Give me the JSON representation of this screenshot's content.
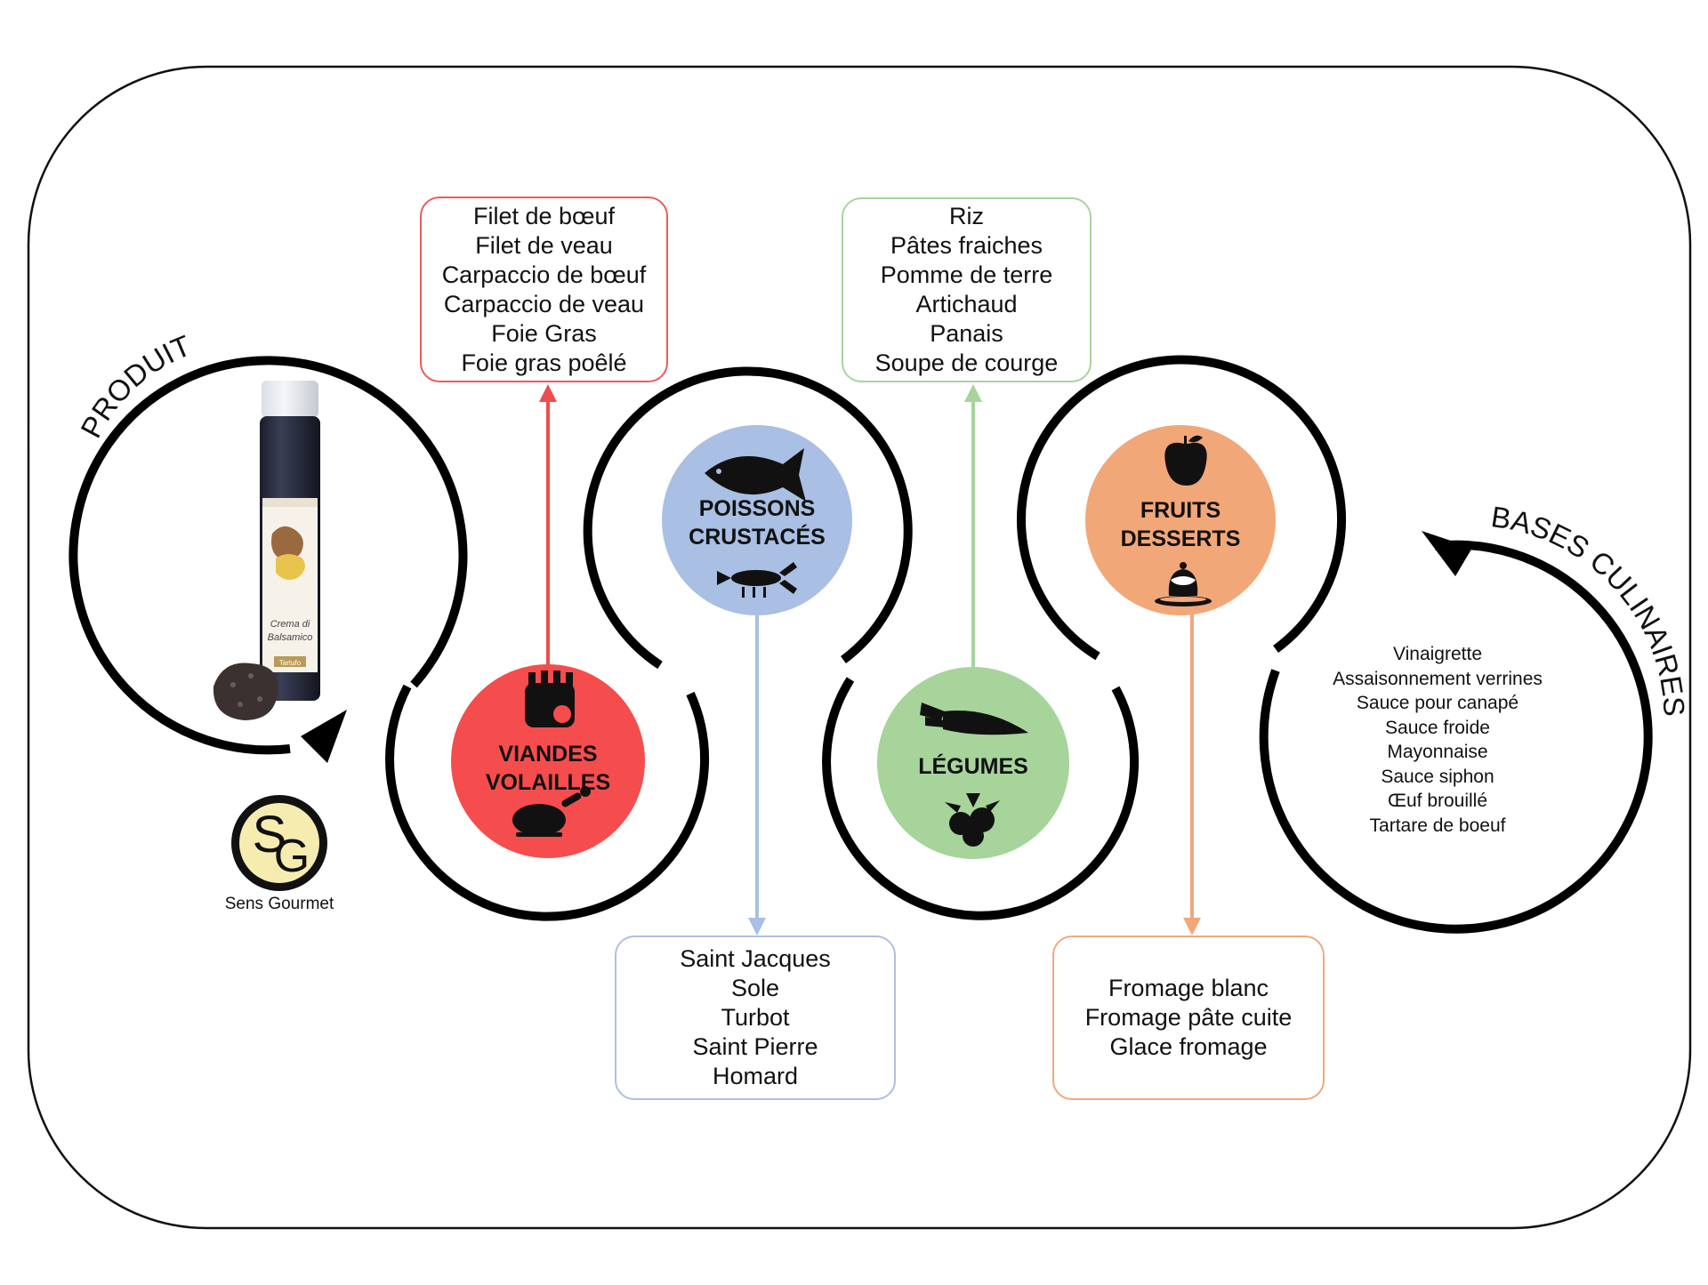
{
  "labels": {
    "produit": "PRODUIT",
    "bases_culinaires": "BASES CULINAIRES"
  },
  "product": {
    "bottle_label_line1": "Crema di",
    "bottle_label_line2": "Balsamico",
    "bottle_tag": "Tartufo"
  },
  "brand": {
    "monogram_s": "S",
    "monogram_g": "G",
    "name": "Sens Gourmet"
  },
  "categories": [
    {
      "id": "viandes",
      "title": [
        "VIANDES",
        "VOLAILLES"
      ],
      "color": "#f54d4d",
      "border_color": "#ee5a5a",
      "items": [
        "Filet de bœuf",
        "Filet de veau",
        "Carpaccio de bœuf",
        "Carpaccio de veau",
        "Foie Gras",
        "Foie gras poêlé"
      ]
    },
    {
      "id": "poissons",
      "title": [
        "POISSONS",
        "CRUSTACÉS"
      ],
      "color": "#a9bfe3",
      "border_color": "#aebfe3",
      "items": [
        "Saint Jacques",
        "Sole",
        "Turbot",
        "Saint Pierre",
        "Homard"
      ]
    },
    {
      "id": "legumes",
      "title": [
        "LÉGUMES"
      ],
      "color": "#a6d49b",
      "border_color": "#a8d39d",
      "items": [
        "Riz",
        "Pâtes fraiches",
        "Pomme de terre",
        "Artichaud",
        "Panais",
        "Soupe de courge"
      ]
    },
    {
      "id": "fruits",
      "title": [
        "FRUITS",
        "DESSERTS"
      ],
      "color": "#f2a779",
      "border_color": "#f1a97d",
      "items": [
        "Fromage blanc",
        "Fromage pâte cuite",
        "Glace fromage"
      ]
    }
  ],
  "bases": [
    "Vinaigrette",
    "Assaisonnement verrines",
    "Sauce pour canapé",
    "Sauce froide",
    "Mayonnaise",
    "Sauce siphon",
    "Œuf brouillé",
    "Tartare de boeuf"
  ],
  "icons": {
    "viandes": [
      "rack-of-lamb-icon",
      "roast-chicken-icon"
    ],
    "poissons": [
      "fish-icon",
      "lobster-icon"
    ],
    "legumes": [
      "carrot-icon",
      "radish-icon"
    ],
    "fruits": [
      "apple-icon",
      "pudding-dessert-icon"
    ]
  }
}
